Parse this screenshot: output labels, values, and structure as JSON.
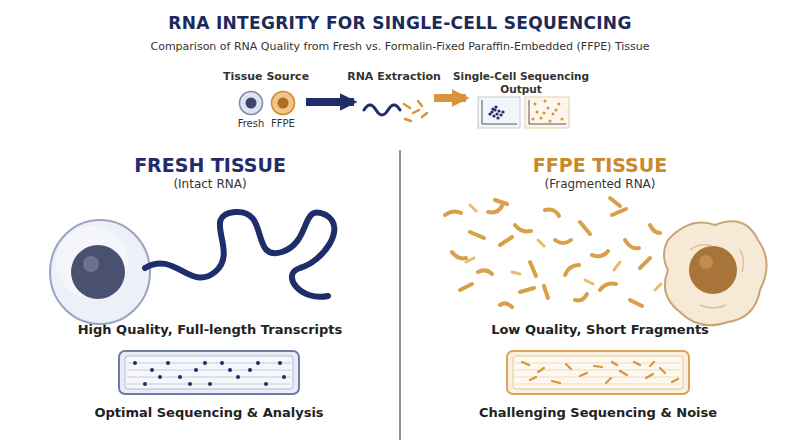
{
  "diagram": {
    "title": "RNA INTEGRITY FOR SINGLE-CELL SEQUENCING",
    "nodes": [
      {
        "text": [
          "Tissue Source"
        ]
      },
      {
        "text": [
          "Fresh"
        ],
        "in": 0
      },
      {
        "text": [
          "FFPE"
        ],
        "in": 0
      },
      {
        "text": [
          "RNA Extraction"
        ]
      },
      {
        "text": [
          "Single-Cell Sequencing Output"
        ]
      },
      {
        "text": [
          "Optimal Sequencing & Analysis"
        ]
      },
      {
        "text": [
          "Challenging Sequencing & Noise"
        ]
      }
    ],
    "edges": [
      {
        "from": 0,
        "to": 3,
        "arrow": "to"
      },
      {
        "from": 3,
        "to": 4,
        "arrow": "to"
      }
    ],
    "labels": [
      "Comparison of RNA Quality from Fresh vs. Formalin-Fixed Paraffin-Embedded (FFPE) Tissue",
      "FRESH TISSUE",
      "(Intact RNA)",
      "High Quality, Full-length Transcripts",
      "FFPE TISSUE",
      "(Fragmented RNA)",
      "Low Quality, Short Fragments"
    ]
  }
}
